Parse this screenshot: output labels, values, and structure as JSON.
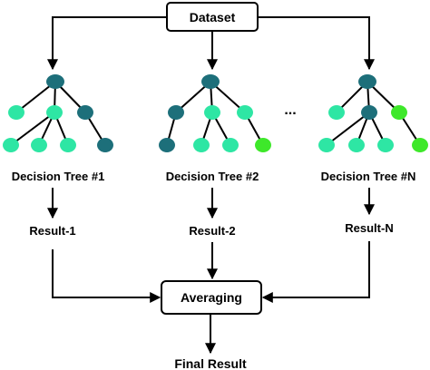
{
  "dataset": {
    "label": "Dataset"
  },
  "ellipsis": "...",
  "trees": [
    {
      "label": "Decision Tree #1",
      "result": "Result-1",
      "node_colors": [
        "dark",
        "light",
        "light",
        "dark",
        "light",
        "light",
        "light",
        "dark"
      ]
    },
    {
      "label": "Decision Tree #2",
      "result": "Result-2",
      "node_colors": [
        "dark",
        "dark",
        "light",
        "light",
        "dark",
        "light",
        "light",
        "bright"
      ]
    },
    {
      "label": "Decision Tree #N",
      "result": "Result-N",
      "node_colors": [
        "dark",
        "light",
        "dark",
        "bright",
        "light",
        "light",
        "light",
        "bright"
      ]
    }
  ],
  "averaging": {
    "label": "Averaging"
  },
  "final": {
    "label": "Final Result"
  },
  "colors": {
    "dark": "#1d6f7a",
    "light": "#2ee6a4",
    "bright": "#3ee82a",
    "stroke": "#000000",
    "background": "#ffffff"
  }
}
